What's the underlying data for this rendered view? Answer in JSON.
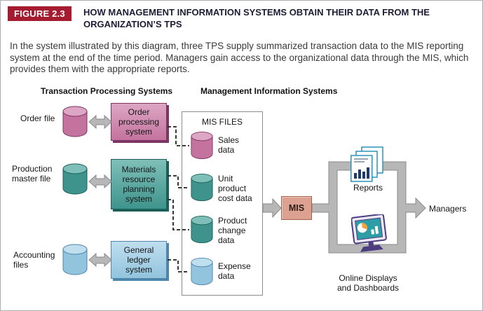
{
  "palette": {
    "figure_red": "#A51C30",
    "title_ink": "#1C1C36",
    "body_ink": "#3A3A3A",
    "label_ink": "#161616",
    "pink": "#C4739E",
    "pink_light": "#DDA6C4",
    "pink_dark": "#7E3563",
    "teal": "#3E948C",
    "teal_light": "#7FBFB9",
    "teal_dark": "#1C5F58",
    "blue": "#92C4DE",
    "blue_light": "#BFDEEE",
    "blue_dark": "#4E85AC",
    "salmon": "#DDA192",
    "salmon_dark": "#A4604E",
    "gray_fill": "#B7B7B7",
    "gray_stroke": "#8A8A8A",
    "dash_ink": "#222222",
    "cyan": "#2A93B8",
    "navy": "#1D3A6E",
    "purple": "#4C3C80",
    "screen_teal": "#2E9EA6",
    "orange": "#F2A33C"
  },
  "header": {
    "figure_label": "FIGURE 2.3",
    "title": "HOW MANAGEMENT INFORMATION SYSTEMS OBTAIN THEIR DATA FROM THE ORGANIZATION’S TPS",
    "description": "In the system illustrated by this diagram, three TPS supply summarized transaction data to the MIS reporting system at the end of the time period. Managers gain access to the organizational data through the MIS, which provides them with the appropriate reports."
  },
  "diagram": {
    "column_headers": {
      "tps": "Transaction Processing Systems",
      "mis": "Management Information Systems"
    },
    "tps_files": [
      {
        "label": "Order file",
        "color": "pink"
      },
      {
        "label": "Production master file",
        "color": "teal"
      },
      {
        "label": "Accounting files",
        "color": "blue"
      }
    ],
    "tps_systems": [
      {
        "label": "Order processing system",
        "color": "pink"
      },
      {
        "label": "Materials resource planning system",
        "color": "teal"
      },
      {
        "label": "General ledger system",
        "color": "blue"
      }
    ],
    "mis_files": {
      "title": "MIS FILES",
      "items": [
        {
          "label": "Sales data",
          "color": "pink"
        },
        {
          "label": "Unit product cost data",
          "color": "teal"
        },
        {
          "label": "Product change data",
          "color": "teal"
        },
        {
          "label": "Expense data",
          "color": "blue"
        }
      ]
    },
    "mis_box_label": "MIS",
    "outputs": {
      "reports": "Reports",
      "online_line1": "Online Displays",
      "online_line2": "and Dashboards",
      "managers": "Managers"
    }
  }
}
